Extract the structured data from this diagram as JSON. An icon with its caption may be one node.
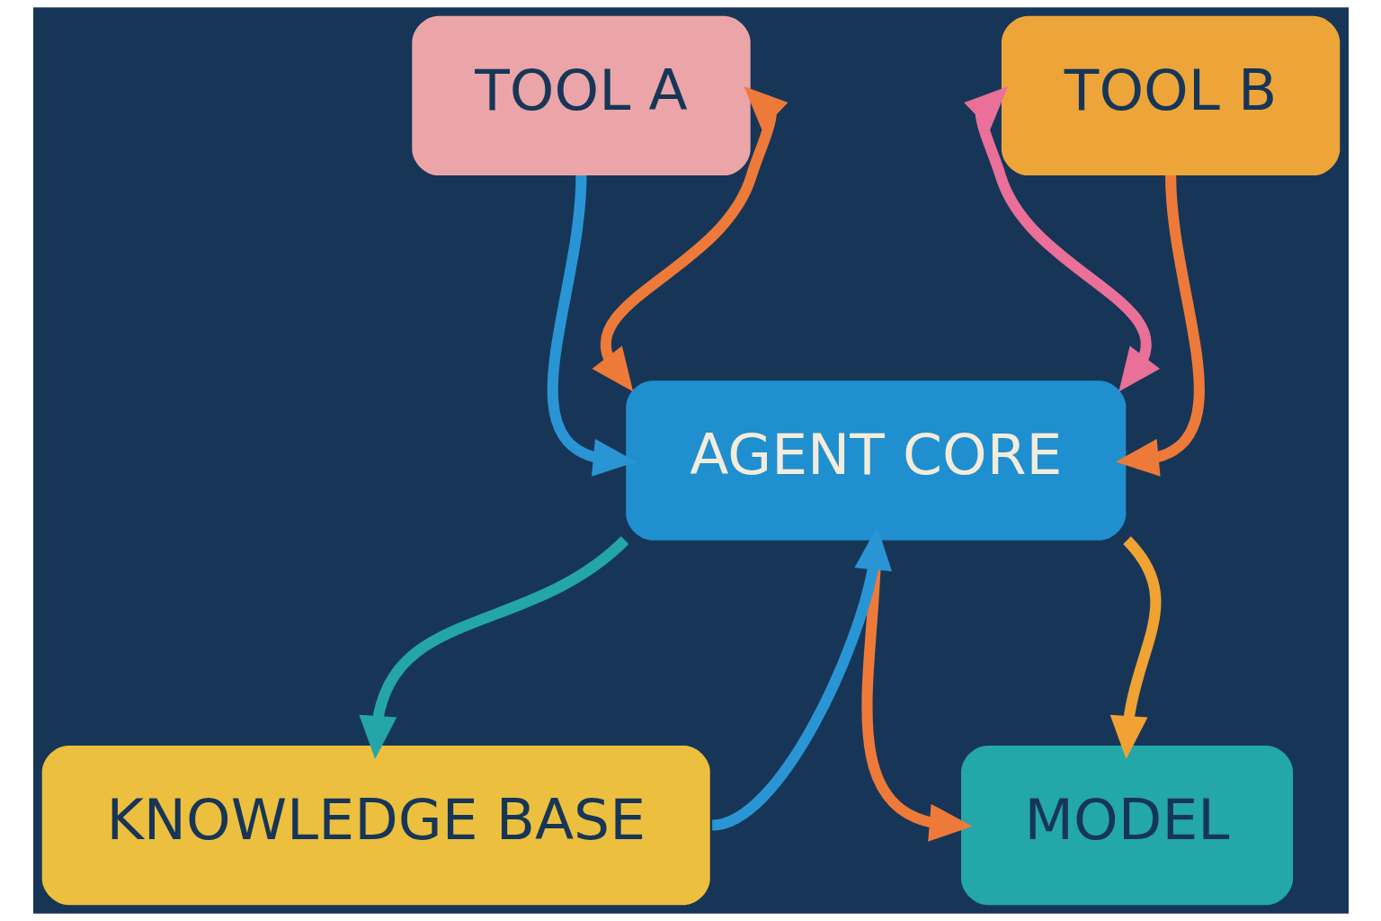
{
  "diagram": {
    "nodes": [
      {
        "text": [
          "TOOL A"
        ]
      },
      {
        "text": [
          "TOOL B"
        ]
      },
      {
        "text": [
          "AGENT CORE"
        ]
      },
      {
        "text": [
          "KNOWLEDGE BASE"
        ]
      },
      {
        "text": [
          "MODEL"
        ]
      }
    ],
    "edges": [
      {
        "from": 2,
        "to": 0,
        "arrow": "both",
        "color": "#ee7a3a"
      },
      {
        "from": 0,
        "to": 2,
        "arrow": "to",
        "color": "#2a95d5"
      },
      {
        "from": 2,
        "to": 1,
        "arrow": "both",
        "color": "#ea7099"
      },
      {
        "from": 1,
        "to": 2,
        "arrow": "to",
        "color": "#ee7a3a"
      },
      {
        "from": 2,
        "to": 3,
        "arrow": "to",
        "color": "#24a6a8"
      },
      {
        "from": 3,
        "to": 2,
        "arrow": "to",
        "color": "#2a95d5"
      },
      {
        "from": 2,
        "to": 4,
        "arrow": "to",
        "color": "#f0a233"
      },
      {
        "from": 2,
        "to": 4,
        "arrow": "to",
        "color": "#ee7a3a"
      }
    ]
  }
}
